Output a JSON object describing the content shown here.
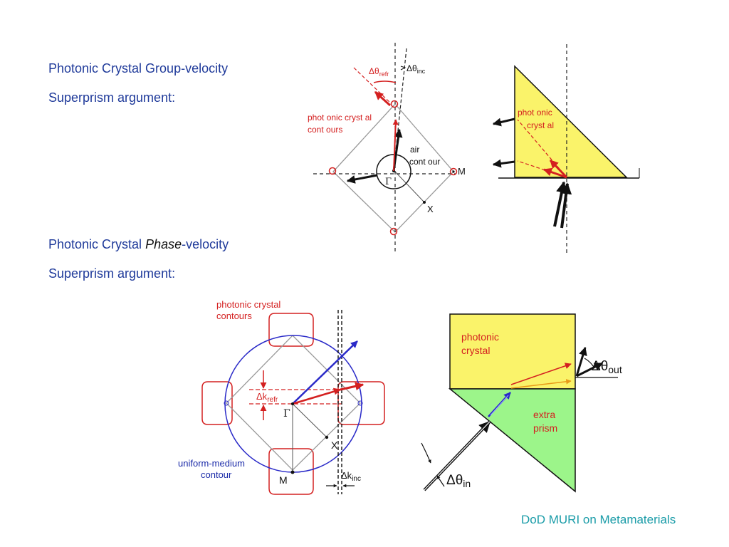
{
  "slide": {
    "heading1": "Photonic Crystal Group-velocity",
    "heading2": "Superprism argument:",
    "heading3_prefix": "Photonic Crystal ",
    "heading3_italic": "Phase",
    "heading3_suffix": "-velocity",
    "heading4": "Superprism argument:",
    "footer": "DoD MURI on Metamaterials"
  },
  "diagram_group": {
    "delta_theta_refr": "Δθ",
    "delta_theta_refr_sub": "refr",
    "delta_theta_inc": "Δθ",
    "delta_theta_inc_sub": "inc",
    "pc_contours_line1": "phot onic  cryst al",
    "pc_contours_line2": "cont ours",
    "air_line1": "air",
    "air_line2": "cont our",
    "label_M": "M",
    "label_X": "X",
    "label_Gamma": "Γ"
  },
  "prism_group": {
    "label_line1": "phot onic",
    "label_line2": "cryst al"
  },
  "diagram_phase": {
    "pc_contours_line1": "photonic crystal",
    "pc_contours_line2": "contours",
    "delta_k_refr": "Δk",
    "delta_k_refr_sub": "refr",
    "delta_k_inc": "Δk",
    "delta_k_inc_sub": "inc",
    "uniform_line1": "uniform-medium",
    "uniform_line2": "contour",
    "label_M": "M",
    "label_X": "X",
    "label_Gamma": "Γ"
  },
  "prism_phase": {
    "pc_line1": "photonic",
    "pc_line2": "crystal",
    "extra_line1": "extra",
    "extra_line2": "prism",
    "delta_theta_out": "Δθ",
    "delta_theta_out_sub": "out",
    "delta_theta_in": "Δθ",
    "delta_theta_in_sub": "in"
  },
  "colors": {
    "heading": "#1f3a9a",
    "footer": "#1a9ca8",
    "red": "#d42020",
    "yellow_fill": "#faf36a",
    "green_fill": "#9cf58a",
    "blue_circle": "#2a2ac8"
  }
}
